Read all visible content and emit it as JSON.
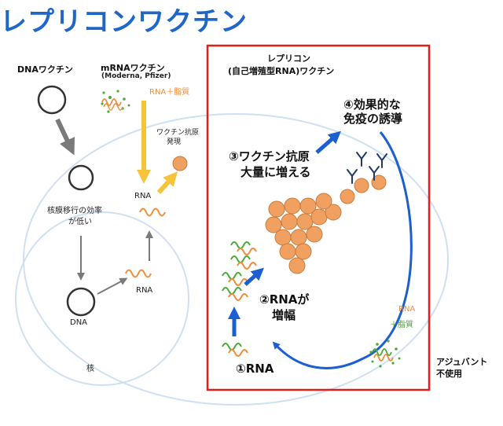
{
  "title": "レプリコンワクチン",
  "left": {
    "dna_vaccine_label": "DNAワクチン",
    "mrna_vaccine_label": "mRNAワクチン",
    "mrna_vaccine_makers": "(Moderna, Pfizer)",
    "rna_lipid_label_rna": "RNA",
    "rna_lipid_label_plus": "＋",
    "rna_lipid_label_lipid": "脂質",
    "antigen_expression_line1": "ワクチン抗原",
    "antigen_expression_line2": "発現",
    "nuclear_transfer_line1": "核膜移行の効率",
    "nuclear_transfer_line2": "が低い",
    "rna_label_upper": "RNA",
    "rna_label_lower": "RNA",
    "dna_label": "DNA",
    "nucleus_label": "核"
  },
  "replicon": {
    "title_line1": "レプリコン",
    "title_line2": "(自己増殖型RNA)ワクチン",
    "step1": "①RNA",
    "step2_line1": "②RNAが",
    "step2_line2": "増幅",
    "step3_line1": "③ワクチン抗原",
    "step3_line2": "大量に増える",
    "step4_line1": "④効果的な",
    "step4_line2": "免疫の誘導",
    "rna_lipid_rna": "RNA",
    "rna_lipid_lipid": "＋脂質",
    "adjuvant_line1": "アジュバント",
    "adjuvant_line2": "不使用"
  },
  "colors": {
    "title_blue": "#1f66c9",
    "frame_red": "#e0201b",
    "arrow_blue": "#1c5fd1",
    "arrow_yellow": "#f6c43b",
    "arrow_gray": "#7a7a7a",
    "antigen_orange": "#f0a060",
    "rna_orange": "#ef8d3b",
    "rna_green": "#4caa3a"
  }
}
